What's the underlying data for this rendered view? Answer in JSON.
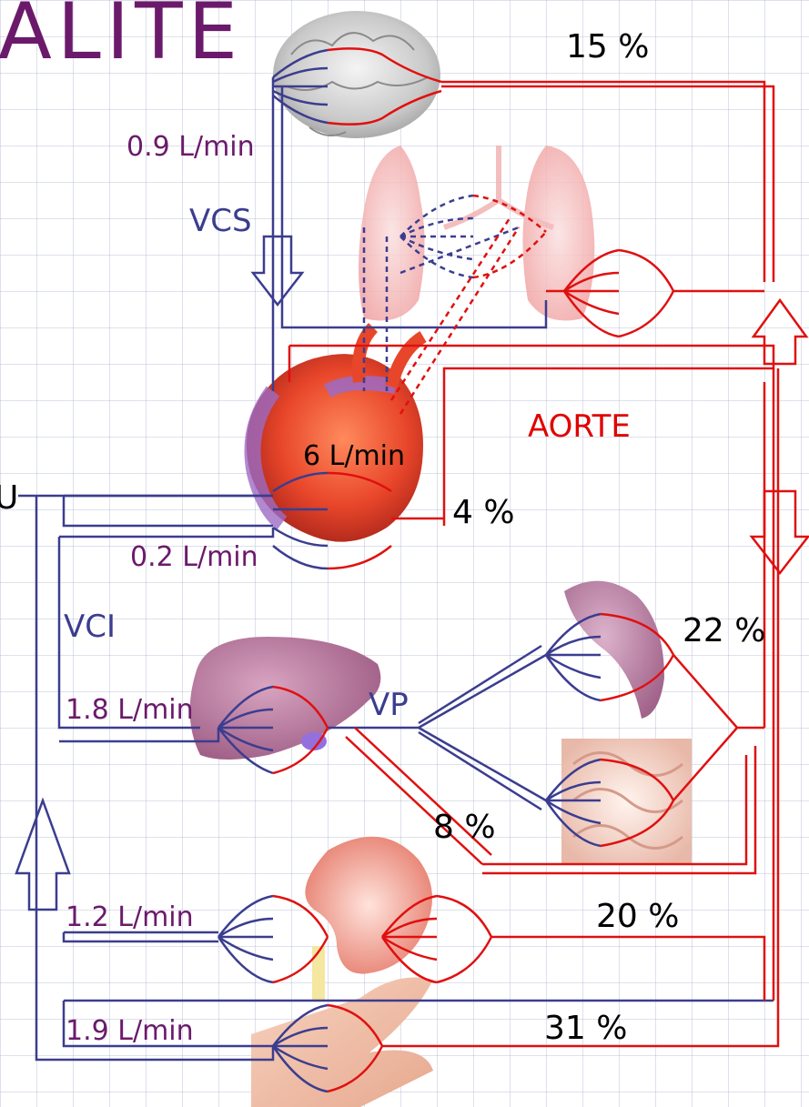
{
  "title_fragment": "ALITE",
  "left_edge_fragment": "U",
  "labels": {
    "brain_flow": "0.9 L/min",
    "vcs": "VCS",
    "heart_output": "6 L/min",
    "coronary_flow": "0.2 L/min",
    "vci": "VCI",
    "liver_flow": "1.8 L/min",
    "vp": "VP",
    "kidney_flow": "1.2 L/min",
    "muscle_flow": "1.9 L/min",
    "aorte": "AORTE"
  },
  "percentages": {
    "brain": "15 %",
    "coronary": "4 %",
    "spleen": "22 %",
    "liver_artery": "8 %",
    "kidney": "20 %",
    "muscle": "31 %"
  },
  "colors": {
    "venous": "#3b3d8f",
    "arterial": "#e01010",
    "label_purple": "#6b1a6b",
    "label_blue": "#3b3d8f",
    "label_red": "#e00000"
  },
  "organs": [
    "brain-image",
    "lungs-image",
    "heart-image",
    "liver-image",
    "spleen-image",
    "intestine-image",
    "kidney-image",
    "muscle-image"
  ]
}
